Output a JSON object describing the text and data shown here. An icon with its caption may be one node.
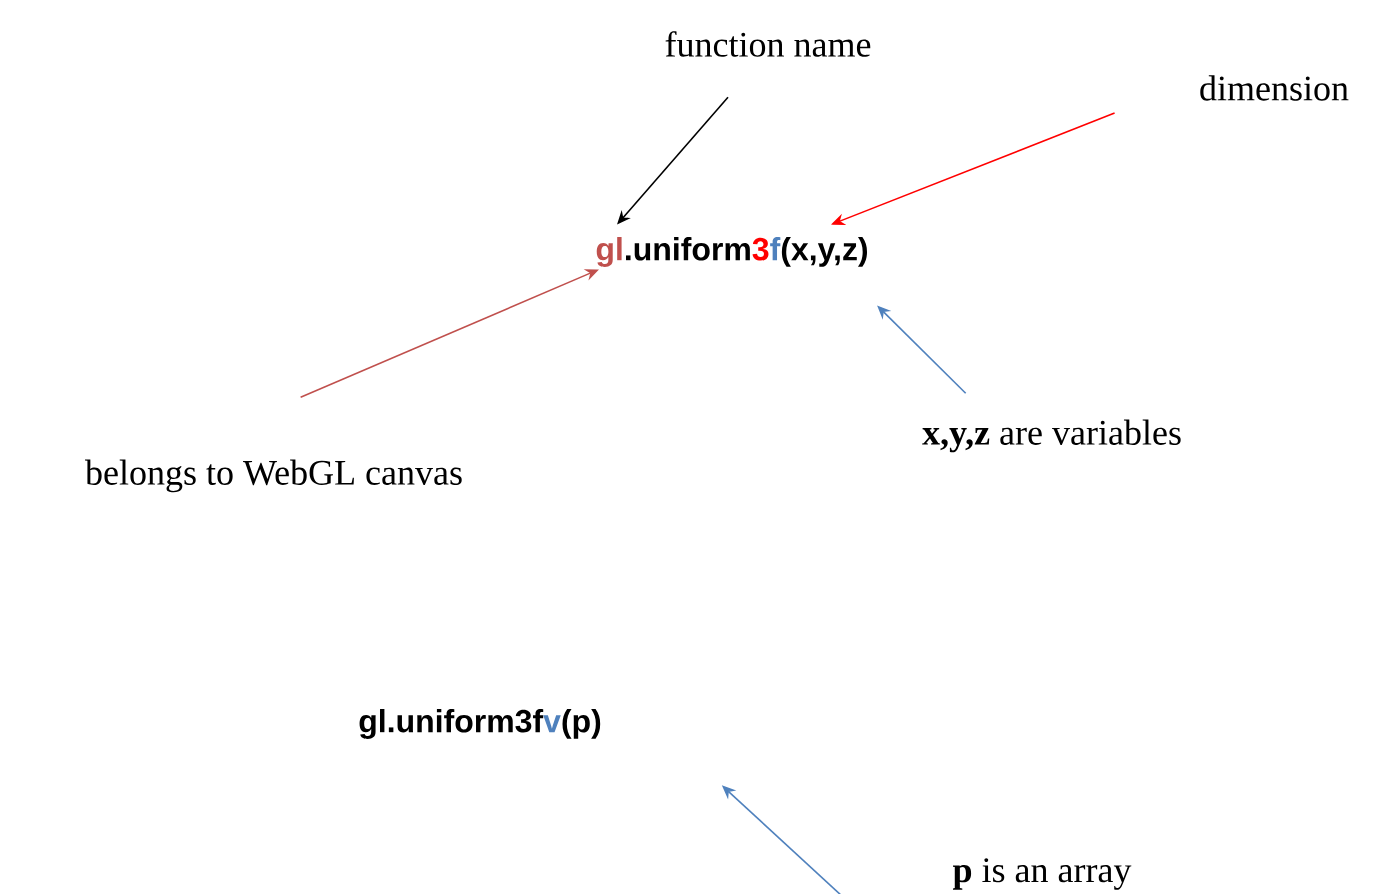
{
  "diagram": {
    "nodes": [
      {
        "text": [
          "function name"
        ]
      },
      {
        "text": [
          "dimension"
        ]
      },
      {
        "text": [
          "gl",
          ".uniform",
          "3",
          "f",
          "(x,y,z)"
        ]
      },
      {
        "text": [
          "belongs to WebGL canvas"
        ]
      },
      {
        "text": [
          "**x,y,z** are variables"
        ]
      },
      {
        "text": [
          "gl.uniform3f",
          "v",
          "(p)"
        ]
      },
      {
        "text": [
          "**p** is an array"
        ]
      }
    ],
    "edges": [
      {
        "from": 0,
        "to": 2,
        "arrow": "to",
        "color": "#000000"
      },
      {
        "from": 1,
        "to": 2,
        "arrow": "to",
        "color": "#ff0000"
      },
      {
        "from": 3,
        "to": 2,
        "arrow": "to",
        "color": "#c0504d"
      },
      {
        "from": 4,
        "to": 2,
        "arrow": "to",
        "color": "#4f81bd"
      },
      {
        "from": 6,
        "to": 5,
        "arrow": "to",
        "color": "#4f81bd"
      }
    ]
  }
}
